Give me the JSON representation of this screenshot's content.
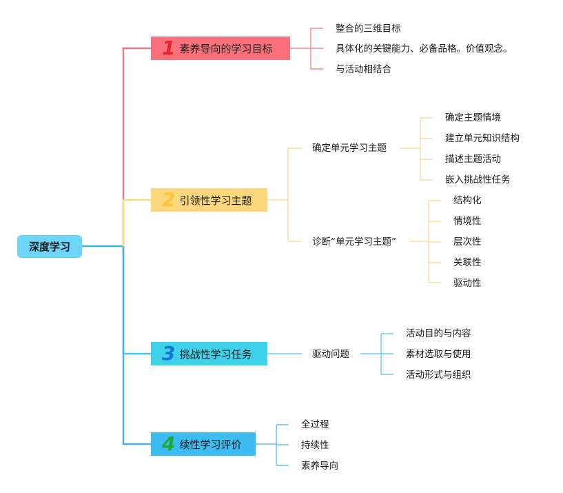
{
  "root": {
    "label": "深度学习",
    "color": "#6dd5f7"
  },
  "topics": [
    {
      "number": "1",
      "label": "素养导向的学习目标",
      "fill": "#f9707d",
      "number_color": "#e8222e",
      "line_color": "#f07684",
      "children": [
        {
          "label": "整合的三维目标"
        },
        {
          "label": "具体化的关键能力、必备品格。价值观念。"
        },
        {
          "label": "与活动相结合"
        }
      ]
    },
    {
      "number": "2",
      "label": "引领性学习主题",
      "fill": "#fdd77b",
      "number_color": "#fcc53b",
      "line_color": "#fbd986",
      "children": [
        {
          "label": "确定单元学习主题",
          "children": [
            "确定主题情境",
            "建立单元知识结构",
            "描述主题活动",
            "嵌入挑战性任务"
          ]
        },
        {
          "label": "诊断“单元学习主题”",
          "children": [
            "结构化",
            "情境性",
            "层次性",
            "关联性",
            "驱动性"
          ]
        }
      ]
    },
    {
      "number": "3",
      "label": "挑战性学习任务",
      "fill": "#3fd0ea",
      "number_color": "#1577d6",
      "line_color": "#4fc3e6",
      "children": [
        {
          "label": "驱动问题",
          "children": [
            "活动目的与内容",
            "素材选取与使用",
            "活动形式与组织"
          ]
        }
      ]
    },
    {
      "number": "4",
      "label": "续性学习评价",
      "fill": "#3dbcf2",
      "number_color": "#1fa93c",
      "line_color": "#45b1e5",
      "children": [
        {
          "label": "全过程"
        },
        {
          "label": "持续性"
        },
        {
          "label": "素养导向"
        }
      ]
    }
  ]
}
